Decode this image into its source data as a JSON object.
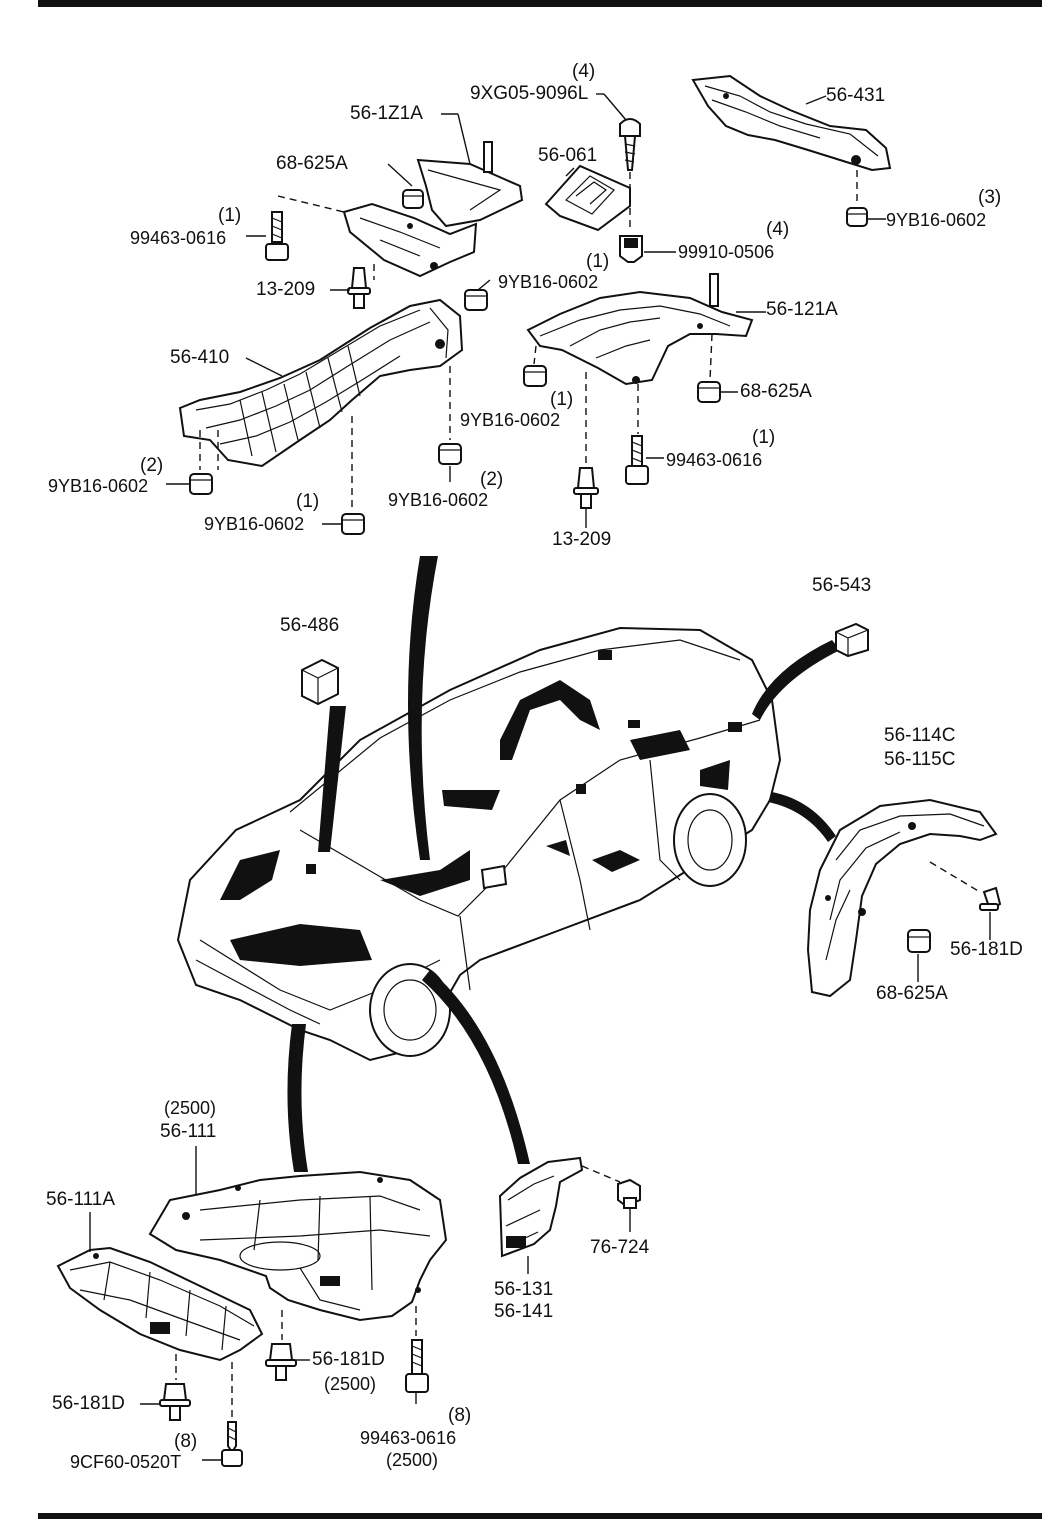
{
  "labels": {
    "l_4a": "(4)",
    "l_9xg05": "9XG05-9096L",
    "l_56_1z1a": "56-1Z1A",
    "l_56_431": "56-431",
    "l_68_625a_1": "68-625A",
    "l_56_061": "56-061",
    "l_3": "(3)",
    "l_9yb16_a": "9YB16-0602",
    "l_1a": "(1)",
    "l_99463_a": "99463-0616",
    "l_4b": "(4)",
    "l_99910": "99910-0506",
    "l_1b": "(1)",
    "l_13_209_a": "13-209",
    "l_9yb16_b": "9YB16-0602",
    "l_56_121a": "56-121A",
    "l_56_410": "56-410",
    "l_68_625a_2": "68-625A",
    "l_1c": "(1)",
    "l_9yb16_c": "9YB16-0602",
    "l_1d": "(1)",
    "l_99463_b": "99463-0616",
    "l_2a": "(2)",
    "l_9yb16_d": "9YB16-0602",
    "l_2b": "(2)",
    "l_9yb16_e": "9YB16-0602",
    "l_1e": "(1)",
    "l_9yb16_f": "9YB16-0602",
    "l_13_209_b": "13-209",
    "l_56_543": "56-543",
    "l_56_486": "56-486",
    "l_56_114c": "56-114C",
    "l_56_115c": "56-115C",
    "l_56_181d_a": "56-181D",
    "l_68_625a_3": "68-625A",
    "l_2500a": "(2500)",
    "l_56_111": "56-111",
    "l_56_111a": "56-111A",
    "l_76_724": "76-724",
    "l_56_131": "56-131",
    "l_56_141": "56-141",
    "l_56_181d_b": "56-181D",
    "l_2500b": "(2500)",
    "l_56_181d_c": "56-181D",
    "l_8a": "(8)",
    "l_99463_c": "99463-0616",
    "l_2500c": "(2500)",
    "l_8b": "(8)",
    "l_9cf60": "9CF60-0520T"
  }
}
